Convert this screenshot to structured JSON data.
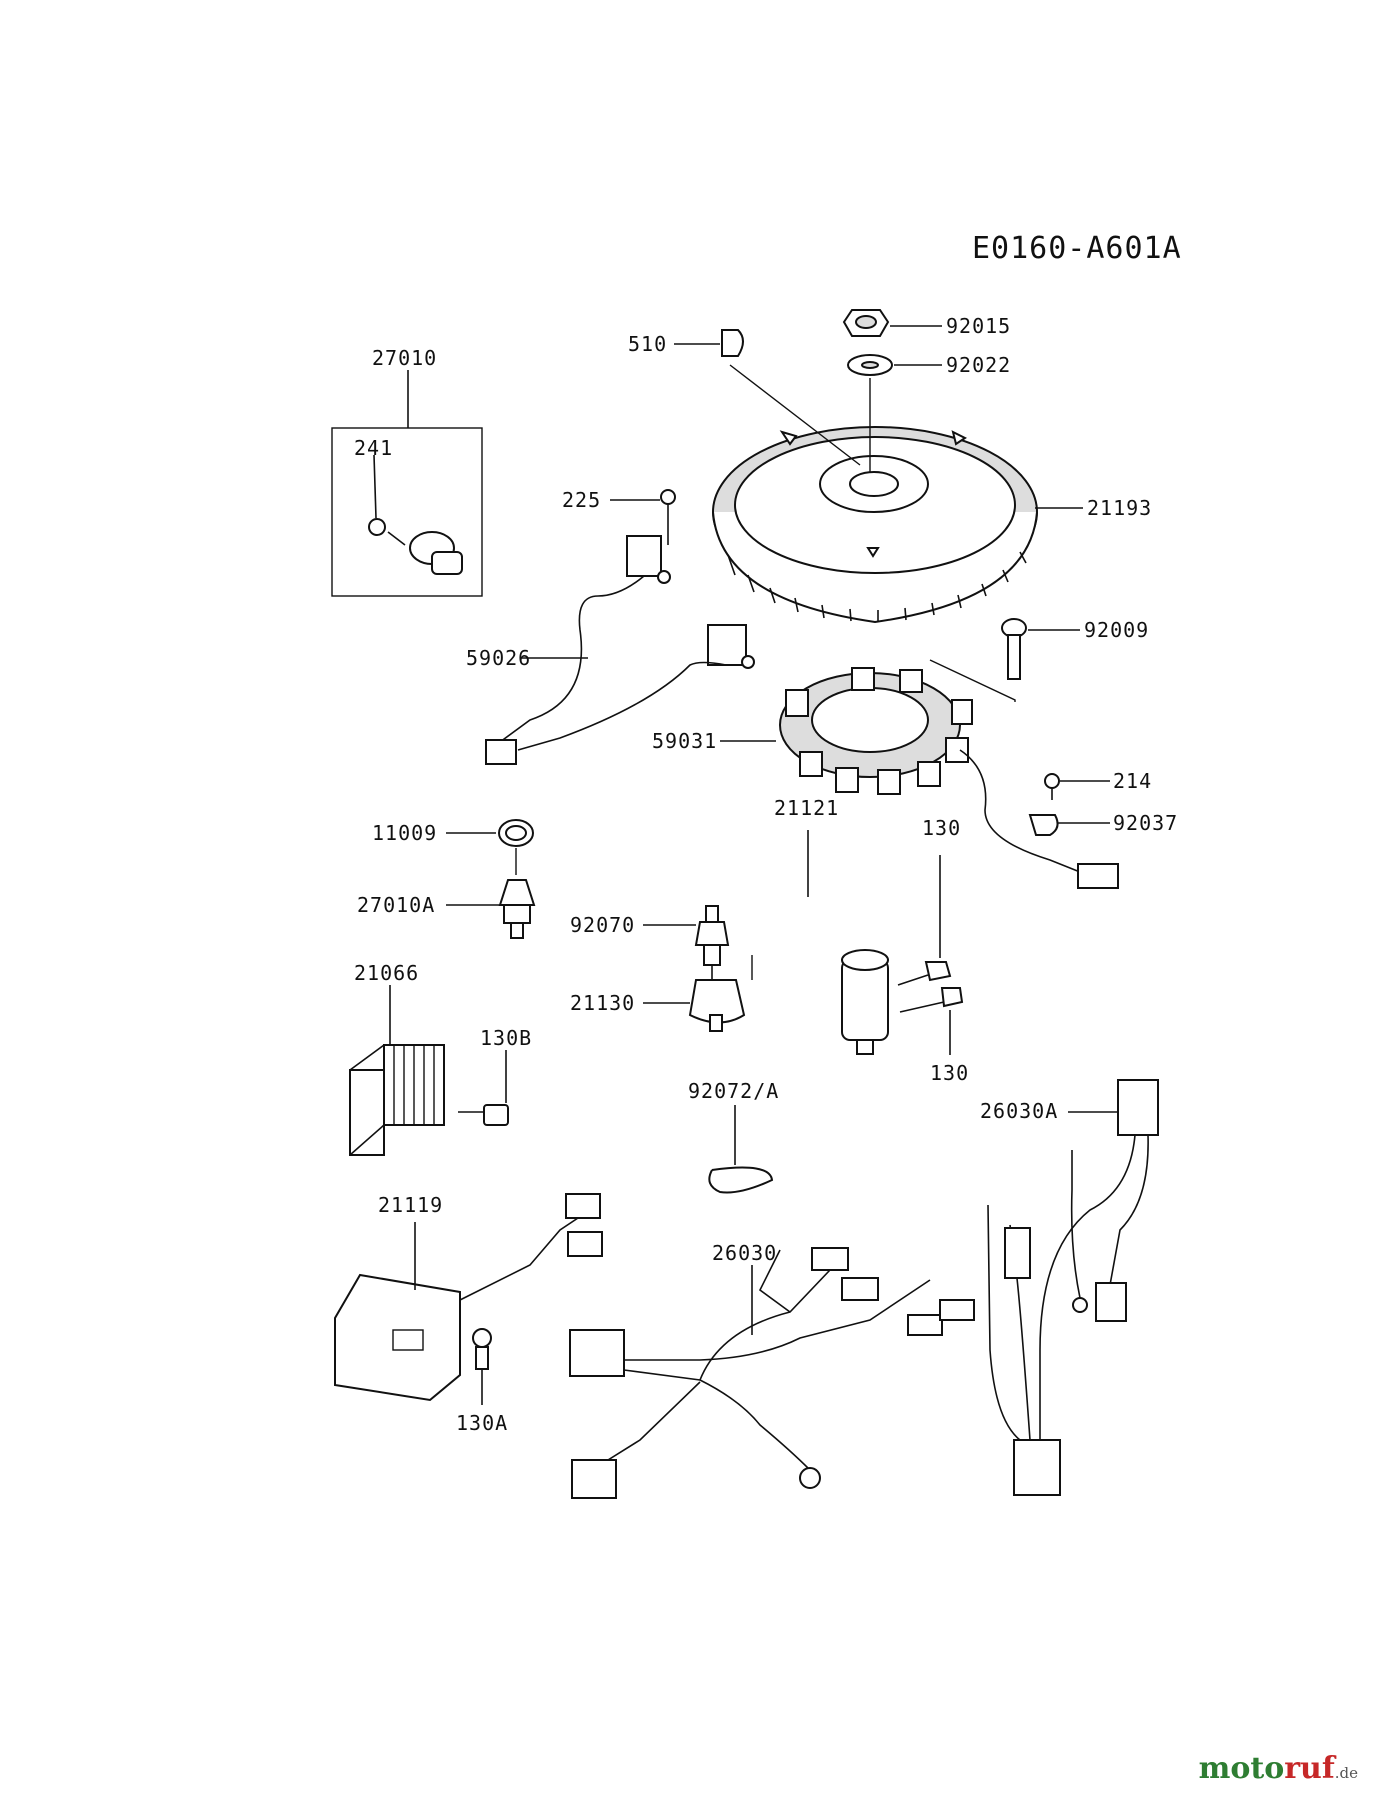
{
  "diagram_code": "E0160-A601A",
  "labels": {
    "p27010": "27010",
    "p241": "241",
    "p510": "510",
    "p92015": "92015",
    "p92022": "92022",
    "p225": "225",
    "p21193": "21193",
    "p92009": "92009",
    "p59026": "59026",
    "p59031": "59031",
    "p214": "214",
    "p92037": "92037",
    "p11009": "11009",
    "p21121": "21121",
    "p130_top": "130",
    "p27010A": "27010A",
    "p92070": "92070",
    "p21066": "21066",
    "p130B": "130B",
    "p21130": "21130",
    "p130_bot": "130",
    "p92072A": "92072/A",
    "p26030A": "26030A",
    "p21119": "21119",
    "p26030": "26030",
    "p130A": "130A"
  },
  "watermark": {
    "part1": "moto",
    "part2": "ruf",
    "tld": ".de"
  }
}
